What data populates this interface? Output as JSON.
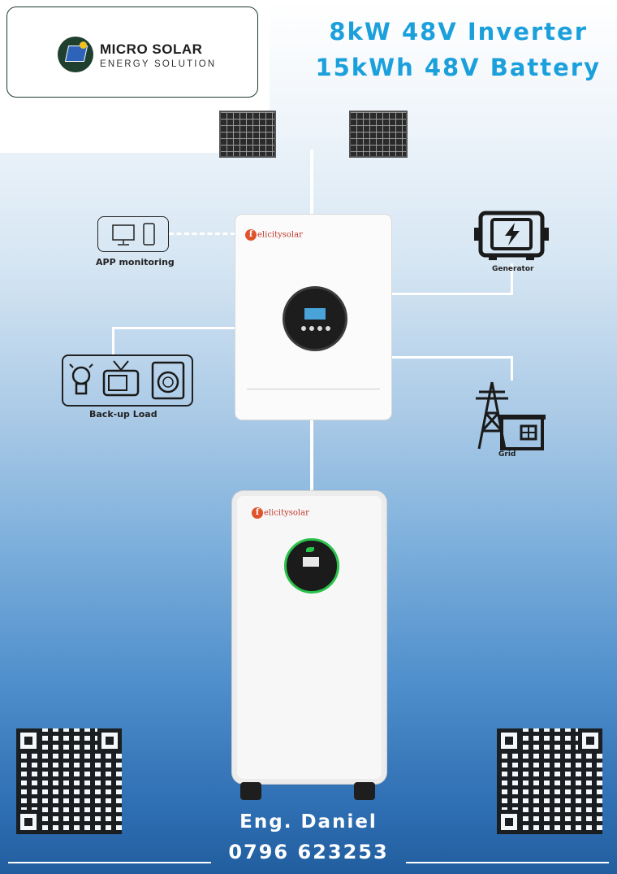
{
  "logo": {
    "title": "MICRO SOLAR",
    "subtitle": "ENERGY SOLUTION"
  },
  "headline": {
    "line1": "8kW 48V Inverter",
    "line2": "15kWh 48V Battery"
  },
  "labels": {
    "app": "APP monitoring",
    "generator": "Generator",
    "backup": "Back-up Load",
    "grid": "Grid"
  },
  "brand": {
    "name": "elicitysolar",
    "initial": "f"
  },
  "contact": {
    "name": "Eng. Daniel",
    "phone": "0796 623253"
  },
  "colors": {
    "headline": "#1ba0dc",
    "background_bottom": "#215e9f",
    "battery_ring": "#29c24a"
  }
}
